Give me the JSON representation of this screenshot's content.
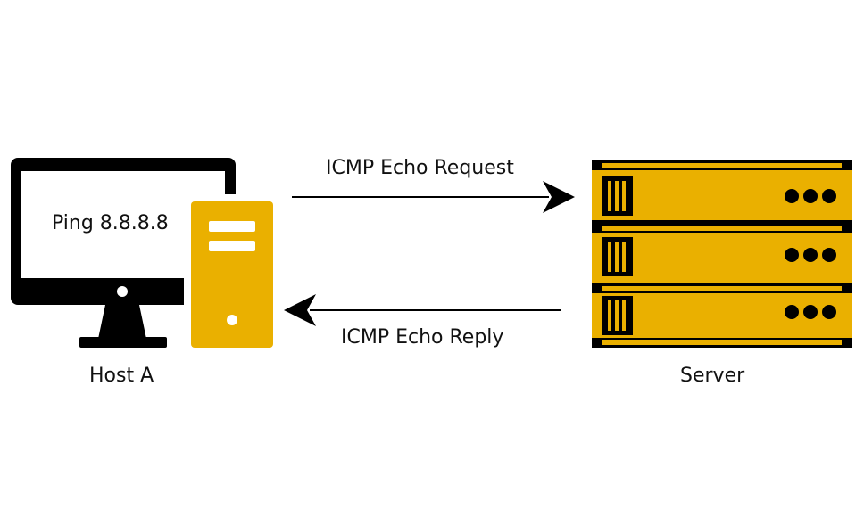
{
  "host": {
    "label": "Host A",
    "screen_text": "Ping 8.8.8.8"
  },
  "server": {
    "label": "Server"
  },
  "request": {
    "label": "ICMP Echo Request"
  },
  "reply": {
    "label": "ICMP Echo Reply"
  },
  "colors": {
    "accent": "#EAB000",
    "ink": "#000000"
  },
  "icons": [
    "monitor-icon",
    "tower-pc-icon",
    "server-rack-icon",
    "arrow-right-icon",
    "arrow-left-icon"
  ]
}
